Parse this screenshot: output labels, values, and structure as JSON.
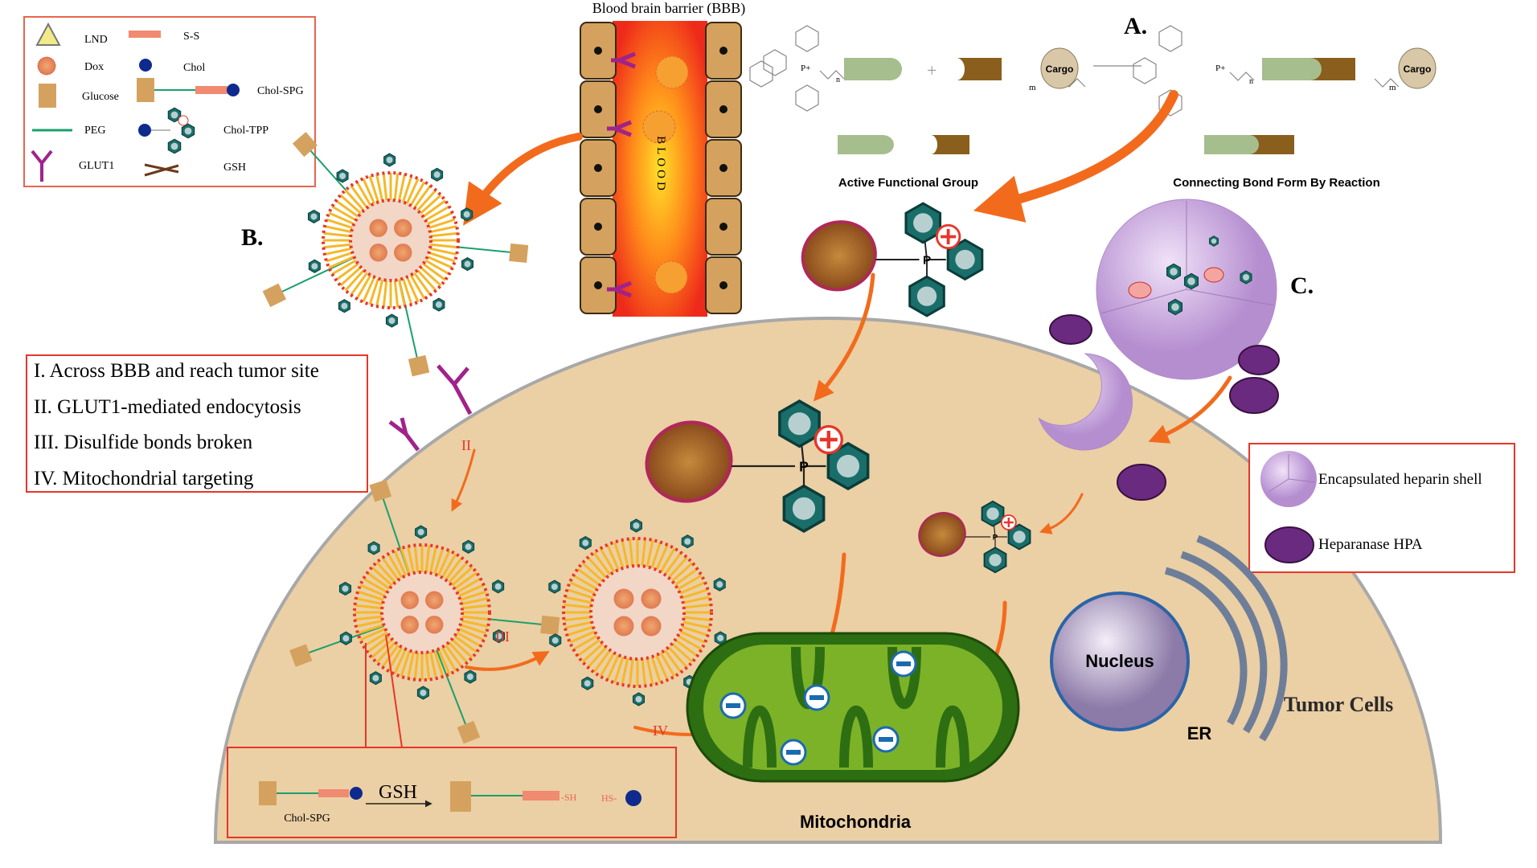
{
  "legend": {
    "items": [
      "LND",
      "S-S",
      "Dox",
      "Chol",
      "Glucose",
      "Chol-SPG",
      "PEG",
      "Chol-TPP",
      "GLUT1",
      "GSH"
    ]
  },
  "bbb": {
    "title": "Blood brain barrier (BBB)",
    "blood_label": "BLOOD"
  },
  "panel_labels": {
    "a": "A.",
    "b": "B.",
    "c": "C."
  },
  "panel_a": {
    "cargo": "Cargo",
    "plus": "+",
    "p_plus": "P+",
    "n": "n",
    "m": "m",
    "active_group": "Active Functional Group",
    "connecting_bond": "Connecting Bond Form By Reaction"
  },
  "steps": [
    "I. Across BBB and reach tumor site",
    "II. GLUT1-mediated endocytosis",
    "III. Disulfide bonds broken",
    "IV. Mitochondrial targeting"
  ],
  "step_markers": {
    "ii": "II",
    "iii": "III",
    "iv": "IV"
  },
  "tpp_p": "P",
  "heparin_legend": {
    "shell": "Encapsulated heparin shell",
    "hpa": "Heparanase HPA"
  },
  "cell": {
    "nucleus": "Nucleus",
    "er": "ER",
    "tumor": "Tumor Cells",
    "mito": "Mitochondria"
  },
  "reaction": {
    "left_label": "Chol-SPG",
    "reagent": "GSH",
    "sh1": "-SH",
    "sh2": "HS-"
  },
  "colors": {
    "cell": "#ebcfa5",
    "blood": "#f03a1e",
    "glucose": "#d4a25e",
    "peg": "#1aa06b",
    "ss": "#f08a70",
    "chol": "#0d2a8c",
    "glut1": "#a0238a",
    "tpp": "#1a6e6a",
    "mito": "#4a8a1c",
    "box_border": "#e8352a",
    "arrow": "#f26b1d",
    "heparin": "#c8a6dc",
    "hpa": "#6a2a80"
  }
}
